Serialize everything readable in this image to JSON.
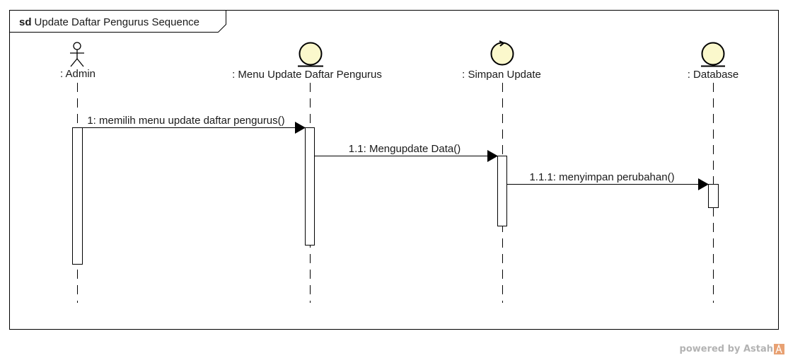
{
  "frame": {
    "keyword": "sd",
    "title": "Update Daftar Pengurus Sequence"
  },
  "lifelines": [
    {
      "id": "admin",
      "kind": "actor-icon",
      "label": ": Admin"
    },
    {
      "id": "menu",
      "kind": "boundary-icon",
      "label": ": Menu Update Daftar Pengurus"
    },
    {
      "id": "simpan",
      "kind": "control-icon",
      "label": ": Simpan Update"
    },
    {
      "id": "database",
      "kind": "entity-icon",
      "label": ": Database"
    }
  ],
  "messages": [
    {
      "from": "admin",
      "to": "menu",
      "label": "1: memilih menu update daftar pengurus()"
    },
    {
      "from": "menu",
      "to": "simpan",
      "label": "1.1: Mengupdate Data()"
    },
    {
      "from": "simpan",
      "to": "database",
      "label": "1.1.1: menyimpan perubahan()"
    }
  ],
  "footer": {
    "powered_text": "powered by Astah",
    "logo_icon": "astah-logo-icon",
    "logo_color": "#e8a173"
  },
  "colors": {
    "icon_fill": "#fbf8cc",
    "line": "#000000"
  }
}
